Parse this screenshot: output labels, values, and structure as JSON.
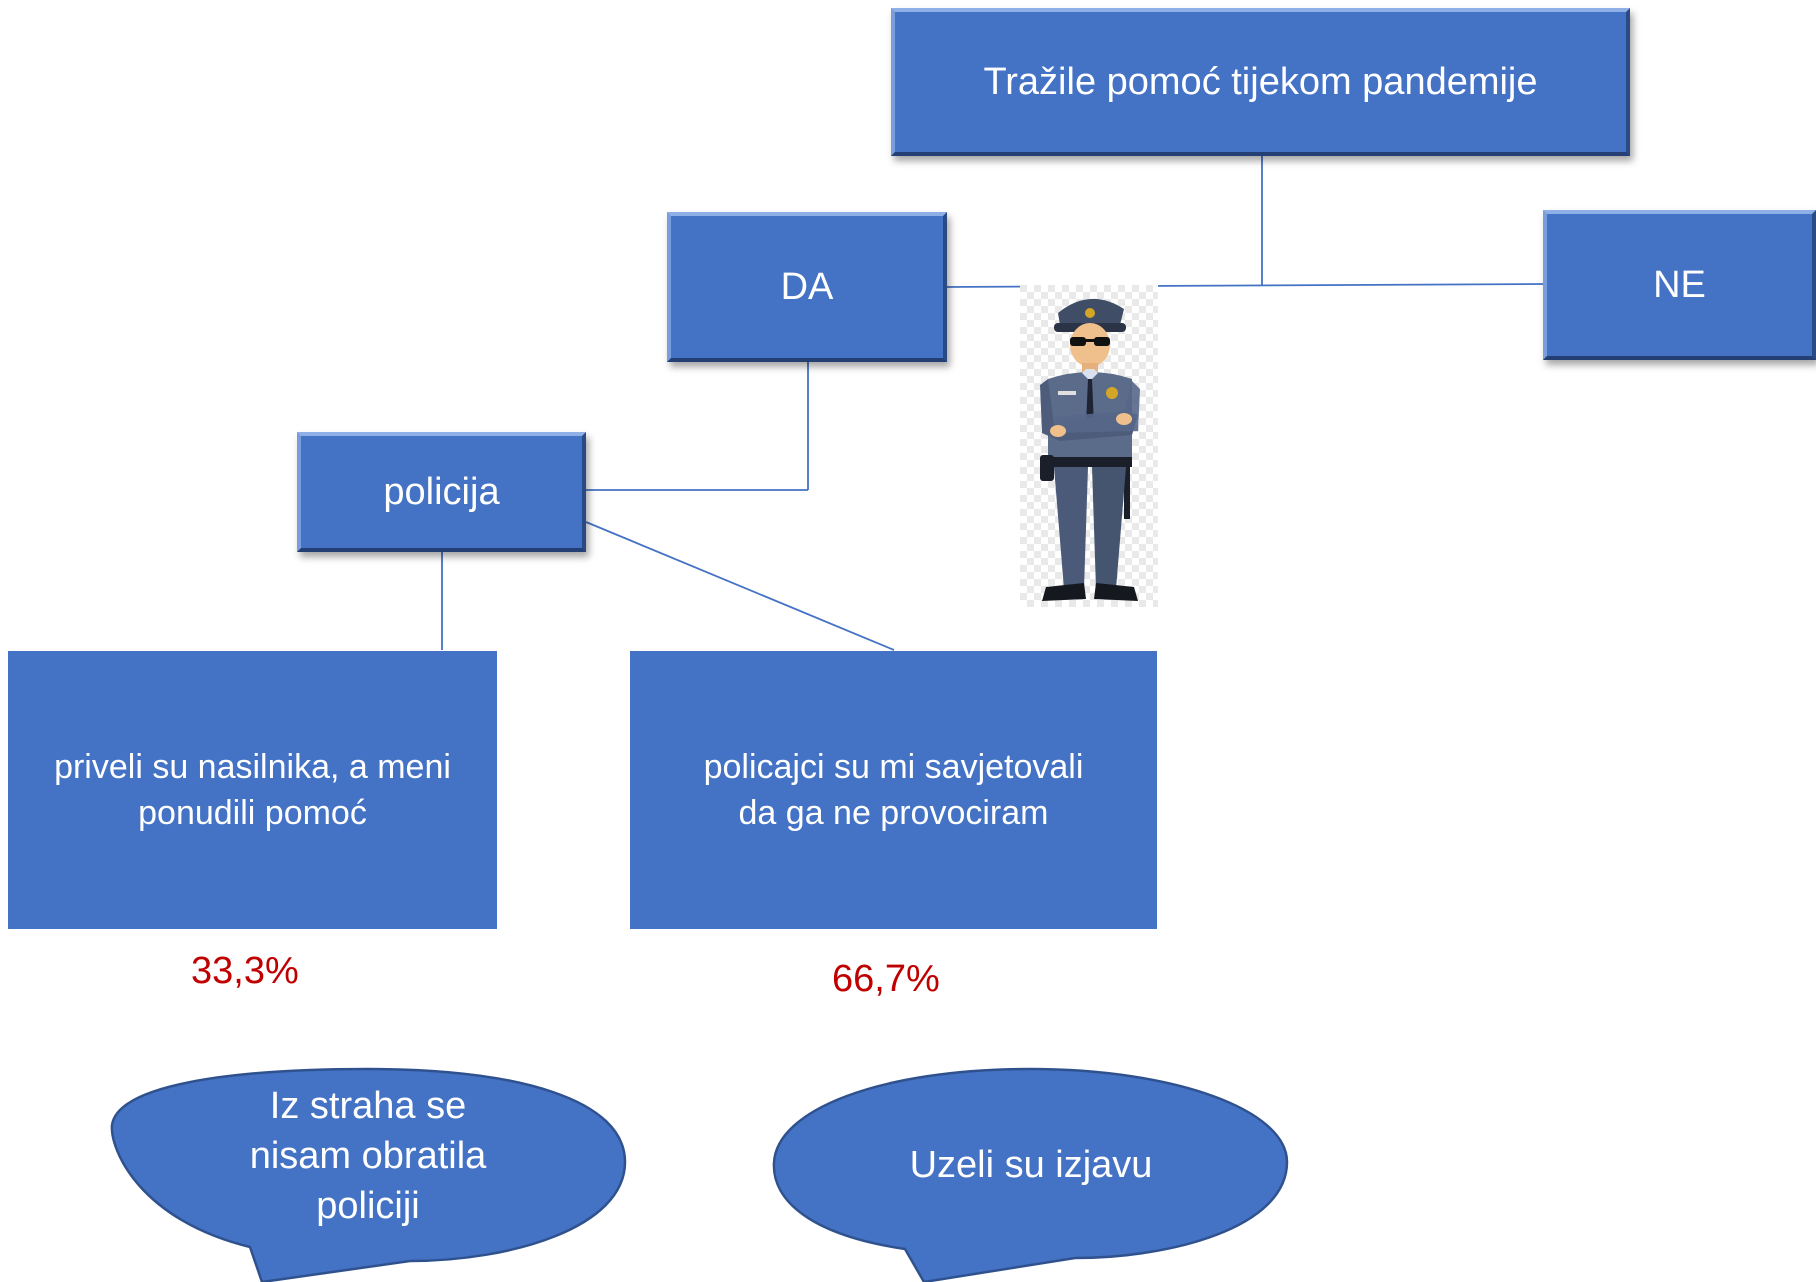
{
  "diagram": {
    "root": "Tražile pomoć tijekom pandemije",
    "yes": "DA",
    "no": "NE",
    "police": "policija",
    "outcome_left": "priveli su nasilnika, a meni ponudili pomoć",
    "outcome_right": "policajci su mi savjetovali da ga ne provociram",
    "pct_left": "33,3%",
    "pct_right": "66,7%",
    "bubble_left": "Iz straha se nisam obratila policiji",
    "bubble_right": "Uzeli su izjavu"
  },
  "colors": {
    "box": "#4472c4",
    "percent": "#c00000",
    "line": "#4472c4"
  },
  "icons": [
    "police-officer-icon"
  ]
}
